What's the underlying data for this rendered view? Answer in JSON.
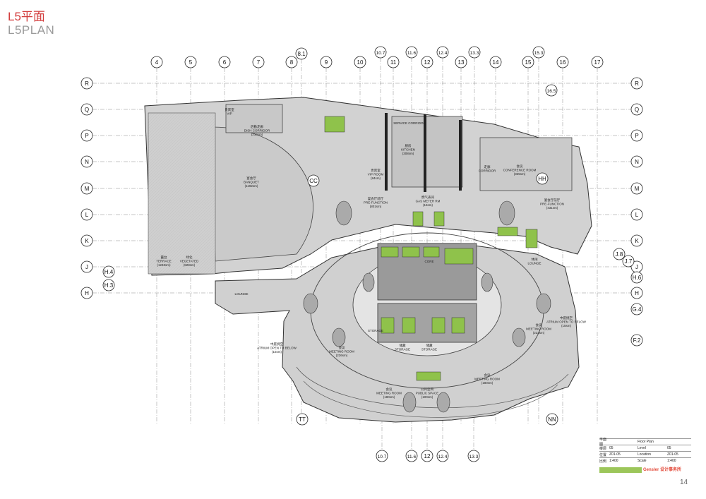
{
  "page": {
    "title_cn": "L5平面",
    "title_en": "L5PLAN",
    "page_number": "14"
  },
  "grid": {
    "top_columns": [
      "4",
      "5",
      "6",
      "7",
      "8",
      "8.1",
      "9",
      "10",
      "10.7",
      "11",
      "11.6",
      "12",
      "12.4",
      "13",
      "13.3",
      "14",
      "15",
      "15.3",
      "16",
      "17"
    ],
    "bottom_columns": [
      "10.7",
      "11.6",
      "12",
      "12.4",
      "13.3"
    ],
    "left_rows": [
      "R",
      "Q",
      "P",
      "N",
      "M",
      "L",
      "K",
      "J",
      "H"
    ],
    "left_extra": [
      "H.4",
      "H.3"
    ],
    "right_rows": [
      "R",
      "Q",
      "P",
      "N",
      "M",
      "L",
      "K",
      "J",
      "H",
      "J.8",
      "J.7",
      "H.6",
      "G.4",
      "F.2"
    ],
    "special_bubbles": [
      "CC",
      "HH",
      "16.5",
      "TT",
      "NN"
    ]
  },
  "rooms": {
    "terrace": "露台\nTERRACE\n(1248sm)",
    "vegetated": "绿化\nVEGETATED\n(828sm)",
    "banquet": "宴会厅\nBANQUET\n(1192sm)",
    "vip": "贵宾室\nVIP",
    "dish_corridor": "后勤走廊\nDISH CORRIDOR\n(210sm)",
    "vip_room": "贵宾室\nVIP ROOM\n(84sm)",
    "kitchen": "厨房\nKITCHEN\n(308sm)",
    "service_corridor": "SERVICE CORRIDOR",
    "corridor": "走廊\nCORRIDOR",
    "conference": "会议\nCONFERENCE ROOM\n(325sm)",
    "banquet_prefunction": "宴会厅前厅\nPRE-FUNCTION\n(801sm)",
    "gas_meter": "燃气表间\nGAS METER RM\n(16sm)",
    "conf_prefunction": "宴会厅前厅\nPRE-FUNCTION\n(431sm)",
    "lounge_left": "LOUNGE",
    "lounge_right": "休闲\nLOUNGE",
    "storage": "STORAGE",
    "storage2": "储藏\nSTORAGE",
    "storage3": "储藏\nSTORAGE",
    "atrium_left": "中庭挑空\nATRIUM OPEN TO BELOW\n(15sm)",
    "atrium_right": "中庭挑空\nATRIUM OPEN TO BELOW\n(15sm)",
    "meeting_left": "会议\nMEETING ROOM\n(226sm)",
    "meeting_right": "会议\nMEETING ROOM\n(223sm)",
    "meeting_bl": "会议\nMEETING ROOM\n(180sm)",
    "meeting_br": "会议\nMEETING ROOM\n(180sm)",
    "public_space": "公共空间\nPUBLIC SPACE\n(100sm)",
    "core": "CORE"
  },
  "info_table": {
    "rows": [
      [
        "平面图",
        "",
        "Floor Plan",
        ""
      ],
      [
        "楼层",
        "05",
        "Level",
        "05"
      ],
      [
        "位置",
        "Z01-05",
        "Location",
        "Z01-05"
      ],
      [
        "比例",
        "1:400",
        "Scale",
        "1:400"
      ]
    ],
    "brand": "Gensler 设计事务所"
  },
  "colors": {
    "floor_fill": "#d2d2d2",
    "line": "#333333",
    "grid_line": "#8a8a8a",
    "accent_green": "#8fc24b",
    "brand_green": "#9cc65a",
    "title_red": "#d23b3b"
  }
}
